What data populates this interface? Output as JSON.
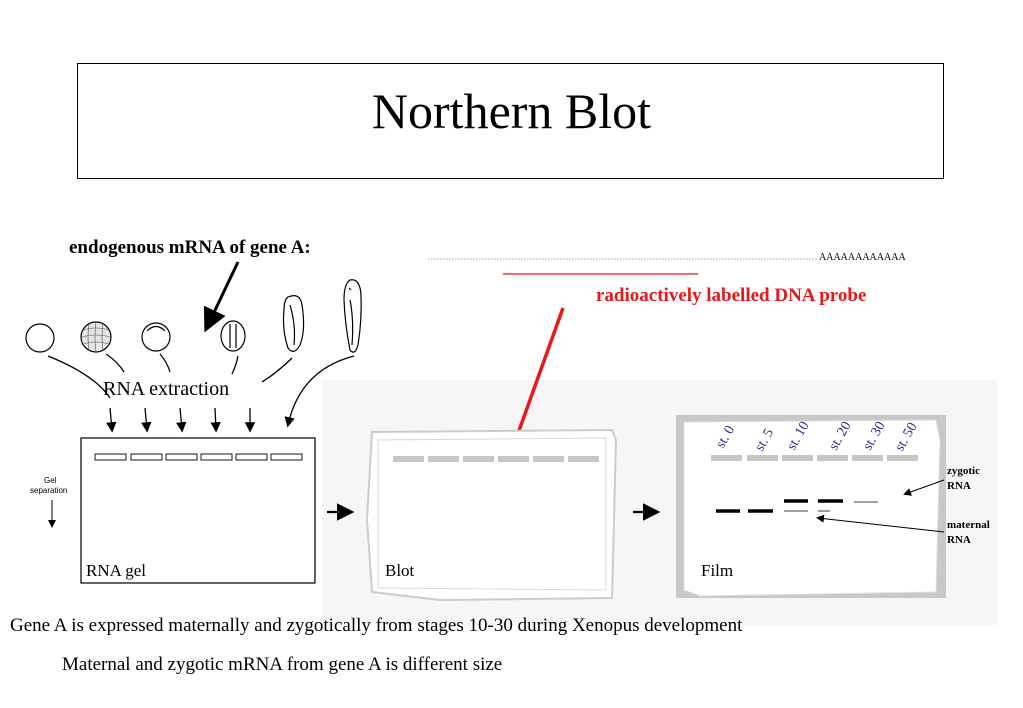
{
  "title": "Northern Blot",
  "mrna_label": "endogenous mRNA of gene A:",
  "poly_a_tail": "AAAAAAAAAAAA",
  "probe_label": "radioactively labelled DNA probe",
  "rna_extraction": "RNA extraction",
  "gel_separation": [
    "Gel",
    "separation"
  ],
  "panels": {
    "rna_gel": "RNA gel",
    "blot": "Blot",
    "film": "Film"
  },
  "stages": [
    "st. 0",
    "st. 5",
    "st. 10",
    "st. 20",
    "st. 30",
    "st. 50"
  ],
  "zygotic_label": [
    "zygotic",
    "RNA"
  ],
  "maternal_label": [
    "maternal",
    "RNA"
  ],
  "caption_1": "Gene A is expressed maternally and zygotically from stages 10-30 during Xenopus development",
  "caption_2": "Maternal and zygotic mRNA from gene A is different size",
  "colors": {
    "probe": "#e8181c",
    "stage_labels": "#2b2b8c",
    "panel_grey": "#c8c8c8"
  }
}
